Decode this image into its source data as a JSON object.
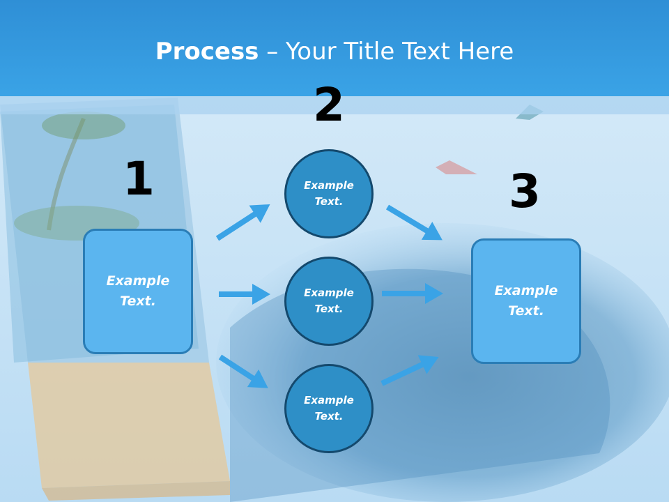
{
  "slide": {
    "title_bold": "Process",
    "title_rest": " – Your Title Text Here"
  },
  "steps": {
    "one": {
      "number": "1",
      "line1": "Example",
      "line2": "Text."
    },
    "two": {
      "number": "2"
    },
    "three": {
      "number": "3",
      "line1": "Example",
      "line2": "Text."
    }
  },
  "circles": [
    {
      "line1": "Example",
      "line2": "Text."
    },
    {
      "line1": "Example",
      "line2": "Text."
    },
    {
      "line1": "Example",
      "line2": "Text."
    }
  ],
  "colors": {
    "header": "#3aa3e6",
    "box_fill": "#5bb5ef",
    "circle_fill": "#2e8fc7",
    "arrow": "#3aa3e6"
  }
}
